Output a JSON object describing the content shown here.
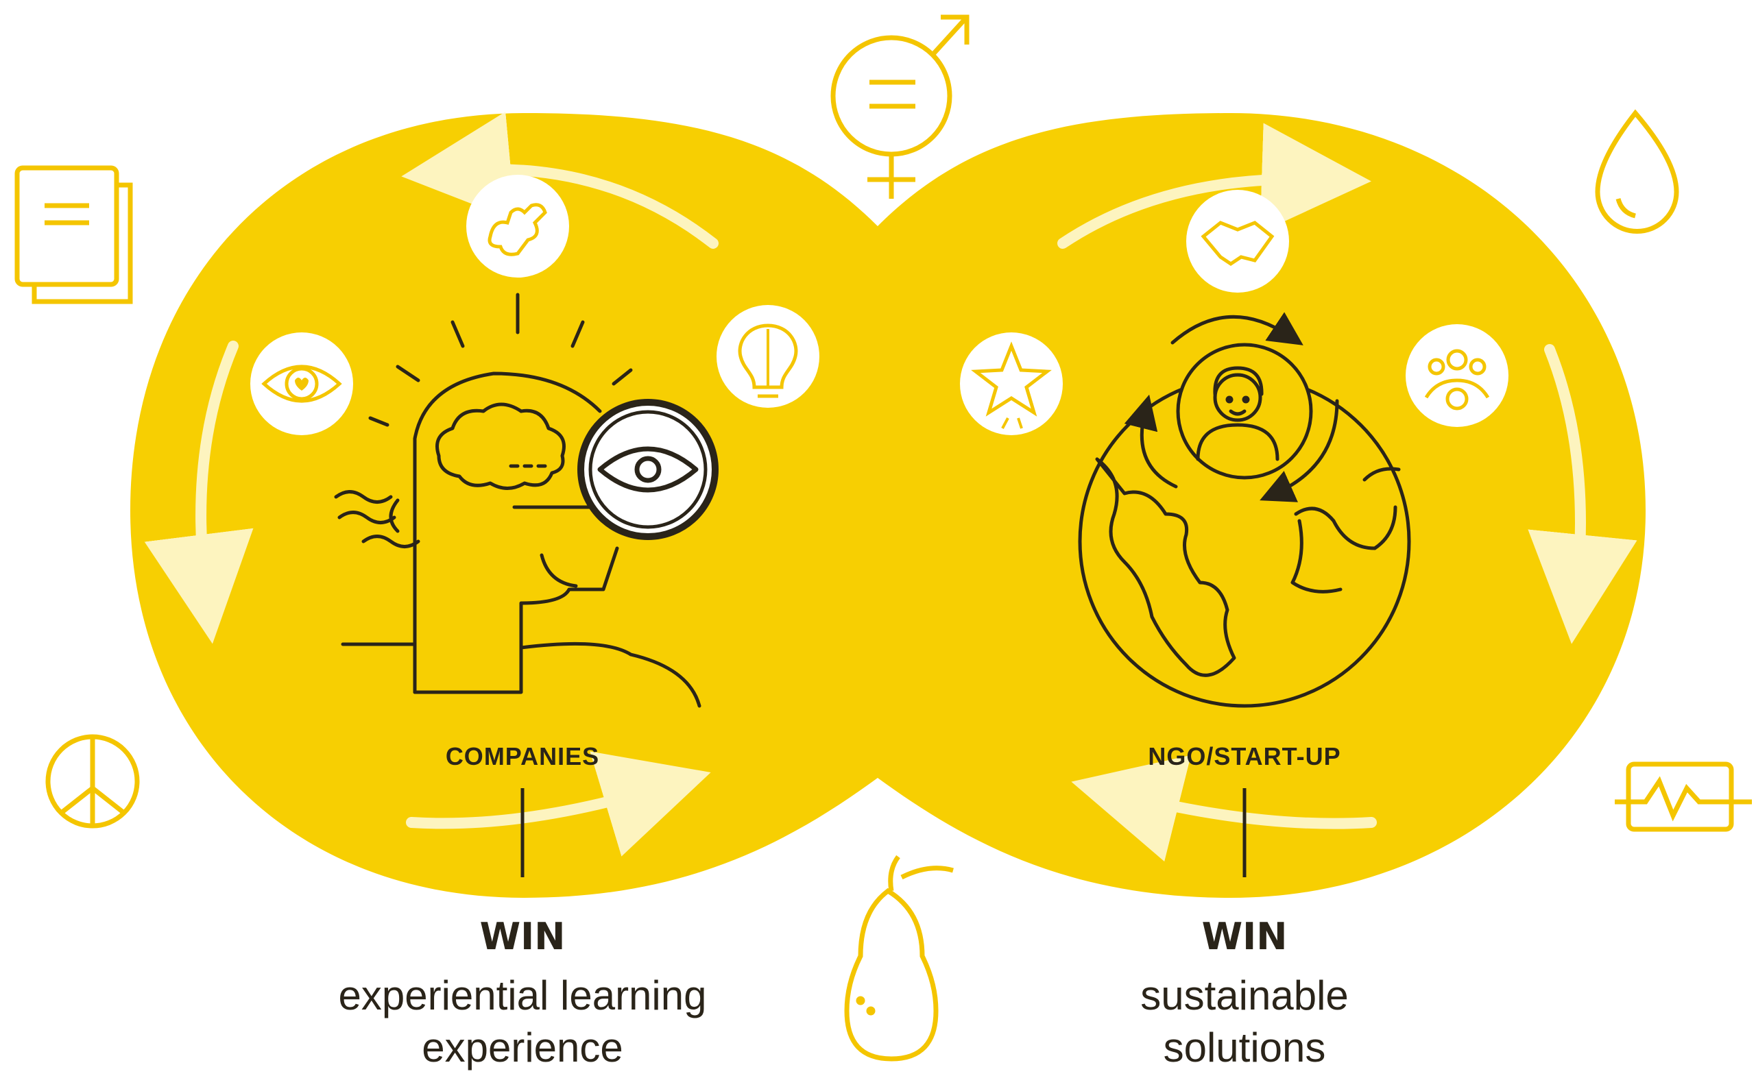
{
  "left": {
    "label": "COMPANIES",
    "win": "WIN",
    "desc_line1": "experiential learning",
    "desc_line2": "experience"
  },
  "right": {
    "label": "NGO/START-UP",
    "win": "WIN",
    "desc_line1": "sustainable",
    "desc_line2": "solutions"
  },
  "colors": {
    "yellow": "#f7cf02",
    "line": "#2a2419",
    "outline_yellow": "#f4c500",
    "white": "#ffffff"
  }
}
